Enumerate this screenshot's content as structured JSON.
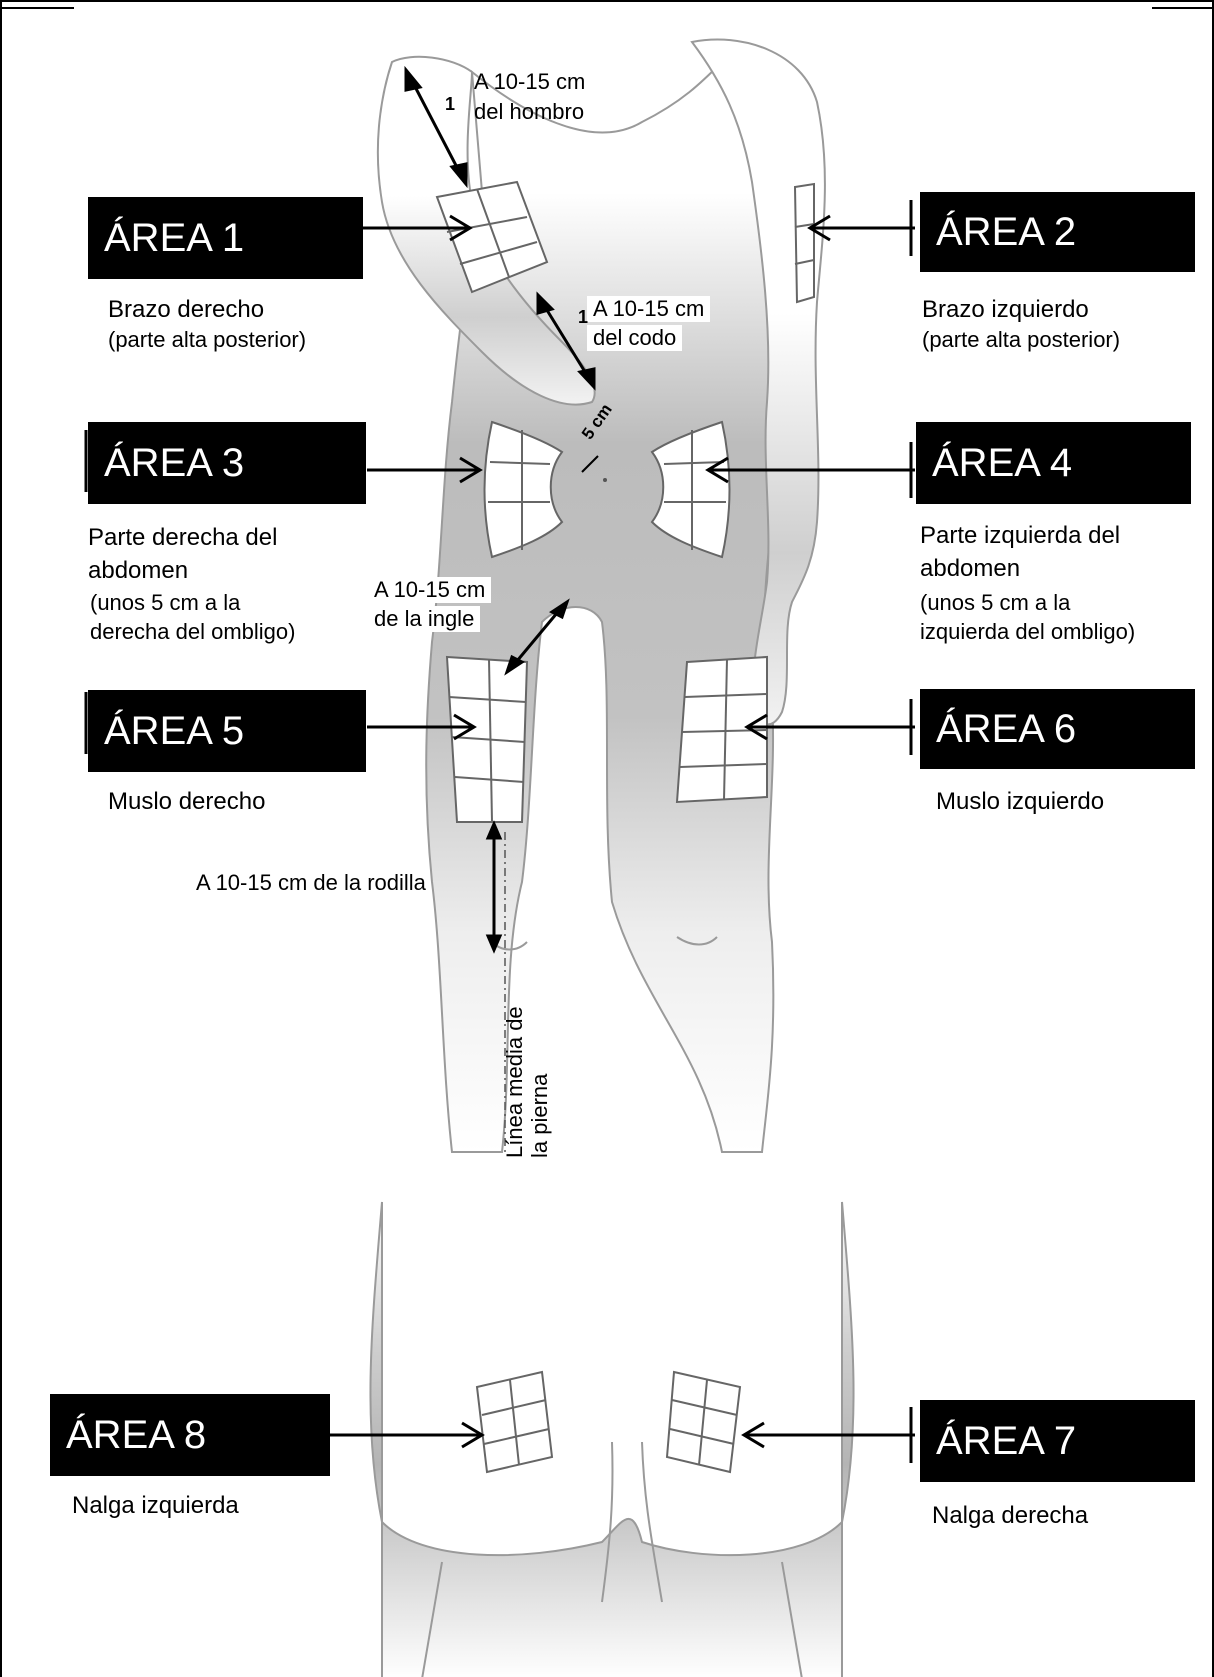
{
  "areas": {
    "a1": {
      "title": "ÁREA 1",
      "line1": "Brazo derecho",
      "line2": "(parte alta posterior)"
    },
    "a2": {
      "title": "ÁREA 2",
      "line1": "Brazo izquierdo",
      "line2": "(parte alta posterior)"
    },
    "a3": {
      "title": "ÁREA 3",
      "line1": "Parte derecha del",
      "line2": "abdomen",
      "line3": "(unos 5 cm a la",
      "line4": "derecha del ombligo)"
    },
    "a4": {
      "title": "ÁREA 4",
      "line1": "Parte izquierda del",
      "line2": "abdomen",
      "line3": "(unos 5 cm a la",
      "line4": "izquierda del ombligo)"
    },
    "a5": {
      "title": "ÁREA 5",
      "line1": "Muslo derecho"
    },
    "a6": {
      "title": "ÁREA 6",
      "line1": "Muslo izquierdo"
    },
    "a7": {
      "title": "ÁREA 7",
      "line1": "Nalga derecha"
    },
    "a8": {
      "title": "ÁREA 8",
      "line1": "Nalga izquierda"
    }
  },
  "measures": {
    "shoulder": {
      "line1": "A 10-15 cm",
      "line2": "del hombro"
    },
    "elbow": {
      "line1": "A 10-15 cm",
      "line2": "del codo"
    },
    "groin": {
      "line1": "A 10-15 cm",
      "line2": "de la ingle"
    },
    "knee": "A 10-15 cm de la rodilla",
    "navel": "5 cm",
    "digit": "1"
  },
  "midline": {
    "line1": "Línea media de",
    "line2": "la pierna"
  },
  "colors": {
    "box": "#000000",
    "body": "#a9a9a9",
    "outline": "#9a9a9a"
  }
}
